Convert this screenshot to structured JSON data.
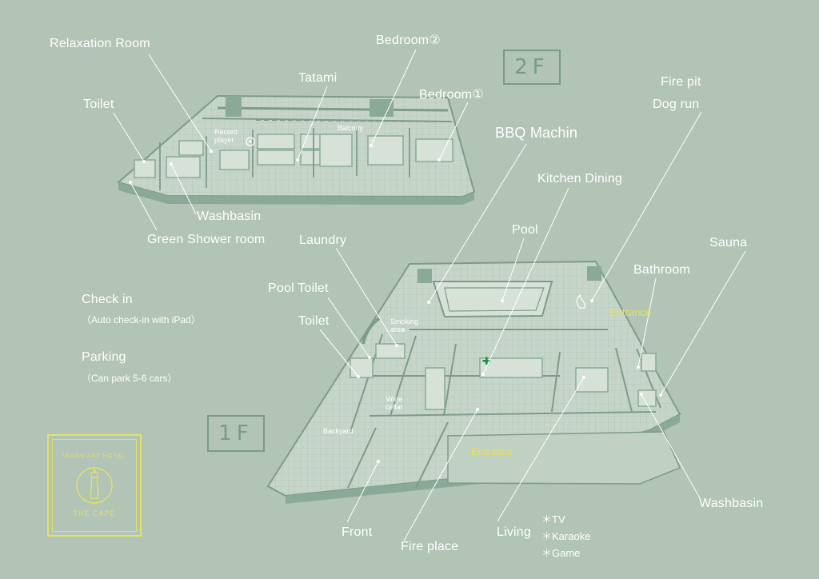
{
  "floors": {
    "upper": "2F",
    "lower": "1F"
  },
  "upper_labels": {
    "relaxation_room": "Relaxation Room",
    "toilet": "Toilet",
    "tatami": "Tatami",
    "bedroom2": "Bedroom②",
    "bedroom1": "Bedroom①",
    "washbasin": "Washbasin",
    "green_shower": "Green Shower room",
    "record_player": "Record\nplayer",
    "balcony": "Balcony"
  },
  "lower_labels": {
    "fire_pit": "Fire pit",
    "dog_run": "Dog run",
    "bbq": "BBQ Machin",
    "kitchen_dining": "Kitchen Dining",
    "pool": "Pool",
    "sauna": "Sauna",
    "bathroom": "Bathroom",
    "laundry": "Laundry",
    "pool_toilet": "Pool Toilet",
    "toilet": "Toilet",
    "smoking_area": "Smoking\narea",
    "wine_cellar": "Wine\ncellar",
    "backyard": "Backyard",
    "entrance_right": "Entrance",
    "entrance_front": "Entrance",
    "washbasin": "Washbasin",
    "front": "Front",
    "fire_place": "Fire place",
    "living": "Living"
  },
  "living_features": [
    "＊TV",
    "＊Karaoke",
    "＊Game"
  ],
  "info": {
    "checkin_title": "Check in",
    "checkin_note": "（Auto check-in with iPad）",
    "parking_title": "Parking",
    "parking_note": "（Can park 5-6 cars）"
  },
  "logo": {
    "top_text": "IRAGO ART HOTEL",
    "bottom_text": "THE CAPE"
  },
  "colors": {
    "background": "#b1c4b5",
    "label": "#ffffff",
    "highlight": "#e6e15a",
    "plan_wall": "#8aa996",
    "plan_floor": "#c6d5c9"
  }
}
